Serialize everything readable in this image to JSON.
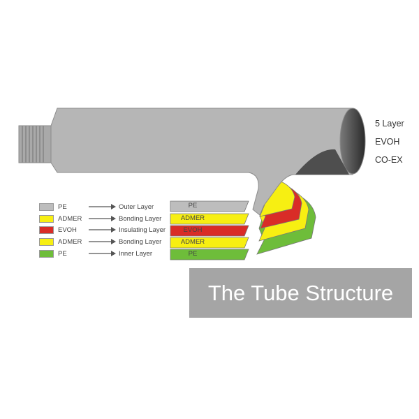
{
  "colors": {
    "tube": "#b6b6b6",
    "pe": "#bdbdbd",
    "admer": "#f7ef12",
    "evoh": "#d92c27",
    "inner_pe": "#6ebd3a",
    "title_bg": "#a5a5a5"
  },
  "spec": [
    "5 Layer",
    "EVOH",
    "CO-EX"
  ],
  "legend": [
    {
      "name": "PE",
      "role": "Outer Layer",
      "color": "#bdbdbd"
    },
    {
      "name": "ADMER",
      "role": "Bonding Layer",
      "color": "#f7ef12"
    },
    {
      "name": "EVOH",
      "role": "Insulating Layer",
      "color": "#d92c27"
    },
    {
      "name": "ADMER",
      "role": "Bonding Layer",
      "color": "#f7ef12"
    },
    {
      "name": "PE",
      "role": "Inner Layer",
      "color": "#6ebd3a"
    }
  ],
  "strips": [
    "PE",
    "ADMER",
    "EVOH",
    "ADMER",
    "PE"
  ],
  "title": "The Tube Structure"
}
